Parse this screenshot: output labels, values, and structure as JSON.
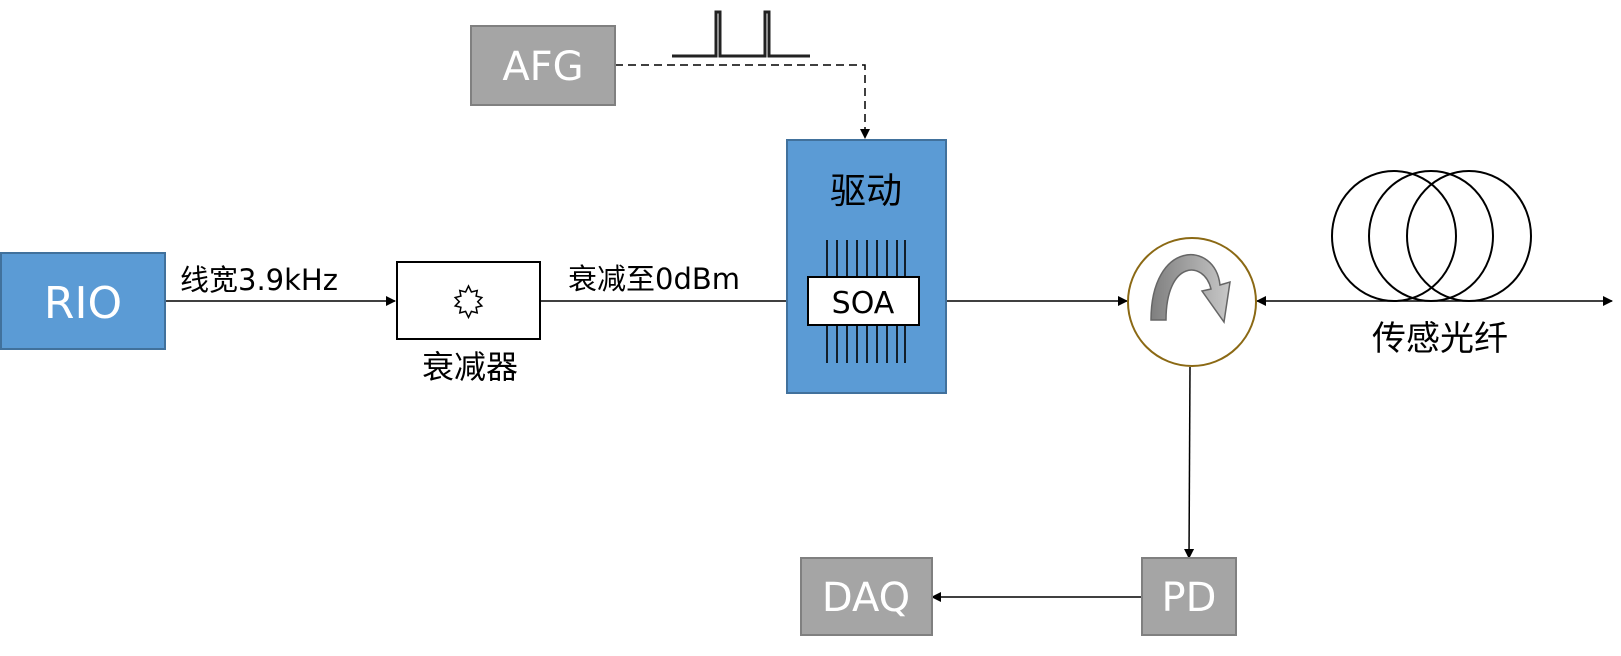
{
  "colors": {
    "blue": "#5b9bd5",
    "blue_border": "#41719c",
    "gray": "#a5a5a5",
    "gray_border": "#808080",
    "circulator_border": "#8b6914",
    "line": "#000000",
    "white": "#ffffff"
  },
  "blocks": {
    "rio": "RIO",
    "afg": "AFG",
    "drive": "驱动",
    "soa": "SOA",
    "daq": "DAQ",
    "pd": "PD"
  },
  "labels": {
    "linewidth": "线宽3.9kHz",
    "attenuate_to": "衰减至0dBm",
    "attenuator": "衰减器",
    "sensing_fiber": "传感光纤"
  },
  "icons": {
    "attenuator": "starburst-icon",
    "circulator": "curved-arrow-icon",
    "fiber": "fiber-coil-icon",
    "pulse": "pulse-train-icon"
  }
}
